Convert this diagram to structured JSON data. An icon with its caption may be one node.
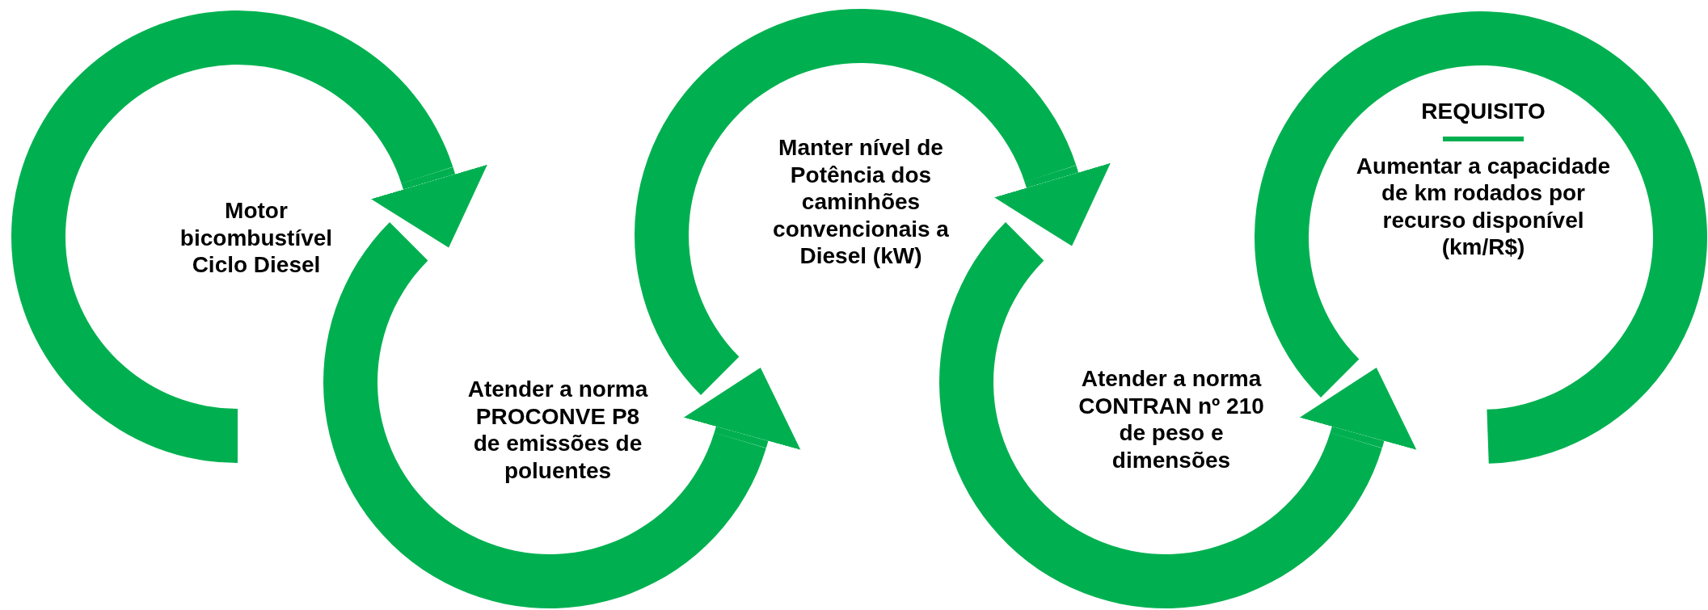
{
  "diagram": {
    "nodes": [
      {
        "text": [
          "Motor bicombustível Ciclo Diesel"
        ]
      },
      {
        "text": [
          "Atender a norma PROCONVE P8 de emissões de poluentes"
        ]
      },
      {
        "text": [
          "Manter nível de Potência dos caminhões convencionais a Diesel (kW)"
        ]
      },
      {
        "text": [
          "Atender a norma CONTRAN nº 210 de peso e dimensões"
        ]
      },
      {
        "text": [
          "REQUISITO",
          "Aumentar a capacidade de km rodados por recurso disponível (km/R$)"
        ]
      }
    ],
    "edges": [
      {
        "from": 0,
        "to": 1,
        "arrow": "to"
      },
      {
        "from": 1,
        "to": 2,
        "arrow": "to"
      },
      {
        "from": 2,
        "to": 3,
        "arrow": "to"
      },
      {
        "from": 3,
        "to": 4,
        "arrow": "to"
      }
    ]
  }
}
